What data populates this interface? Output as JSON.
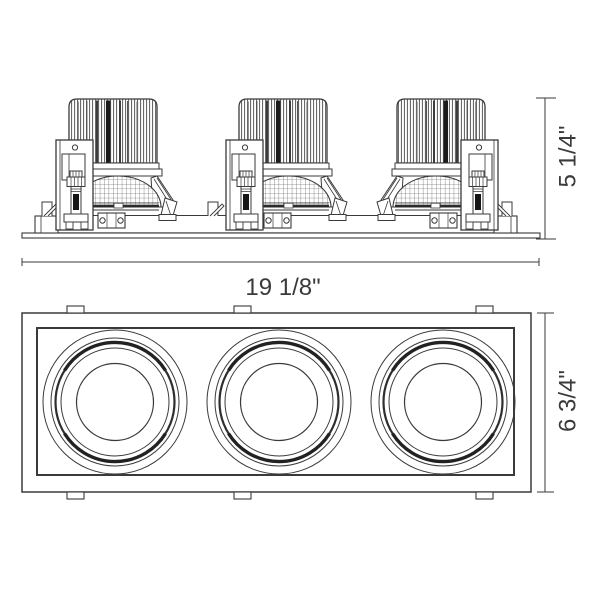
{
  "drawing": {
    "background": "#ffffff",
    "line_color": "#3a3a3a",
    "overall_width_label": "19 1/8\"",
    "side_view": {
      "module_count": 3,
      "height_label": "5 1/4\""
    },
    "front_view": {
      "aperture_count": 3,
      "height_label": "6 3/4\""
    }
  }
}
